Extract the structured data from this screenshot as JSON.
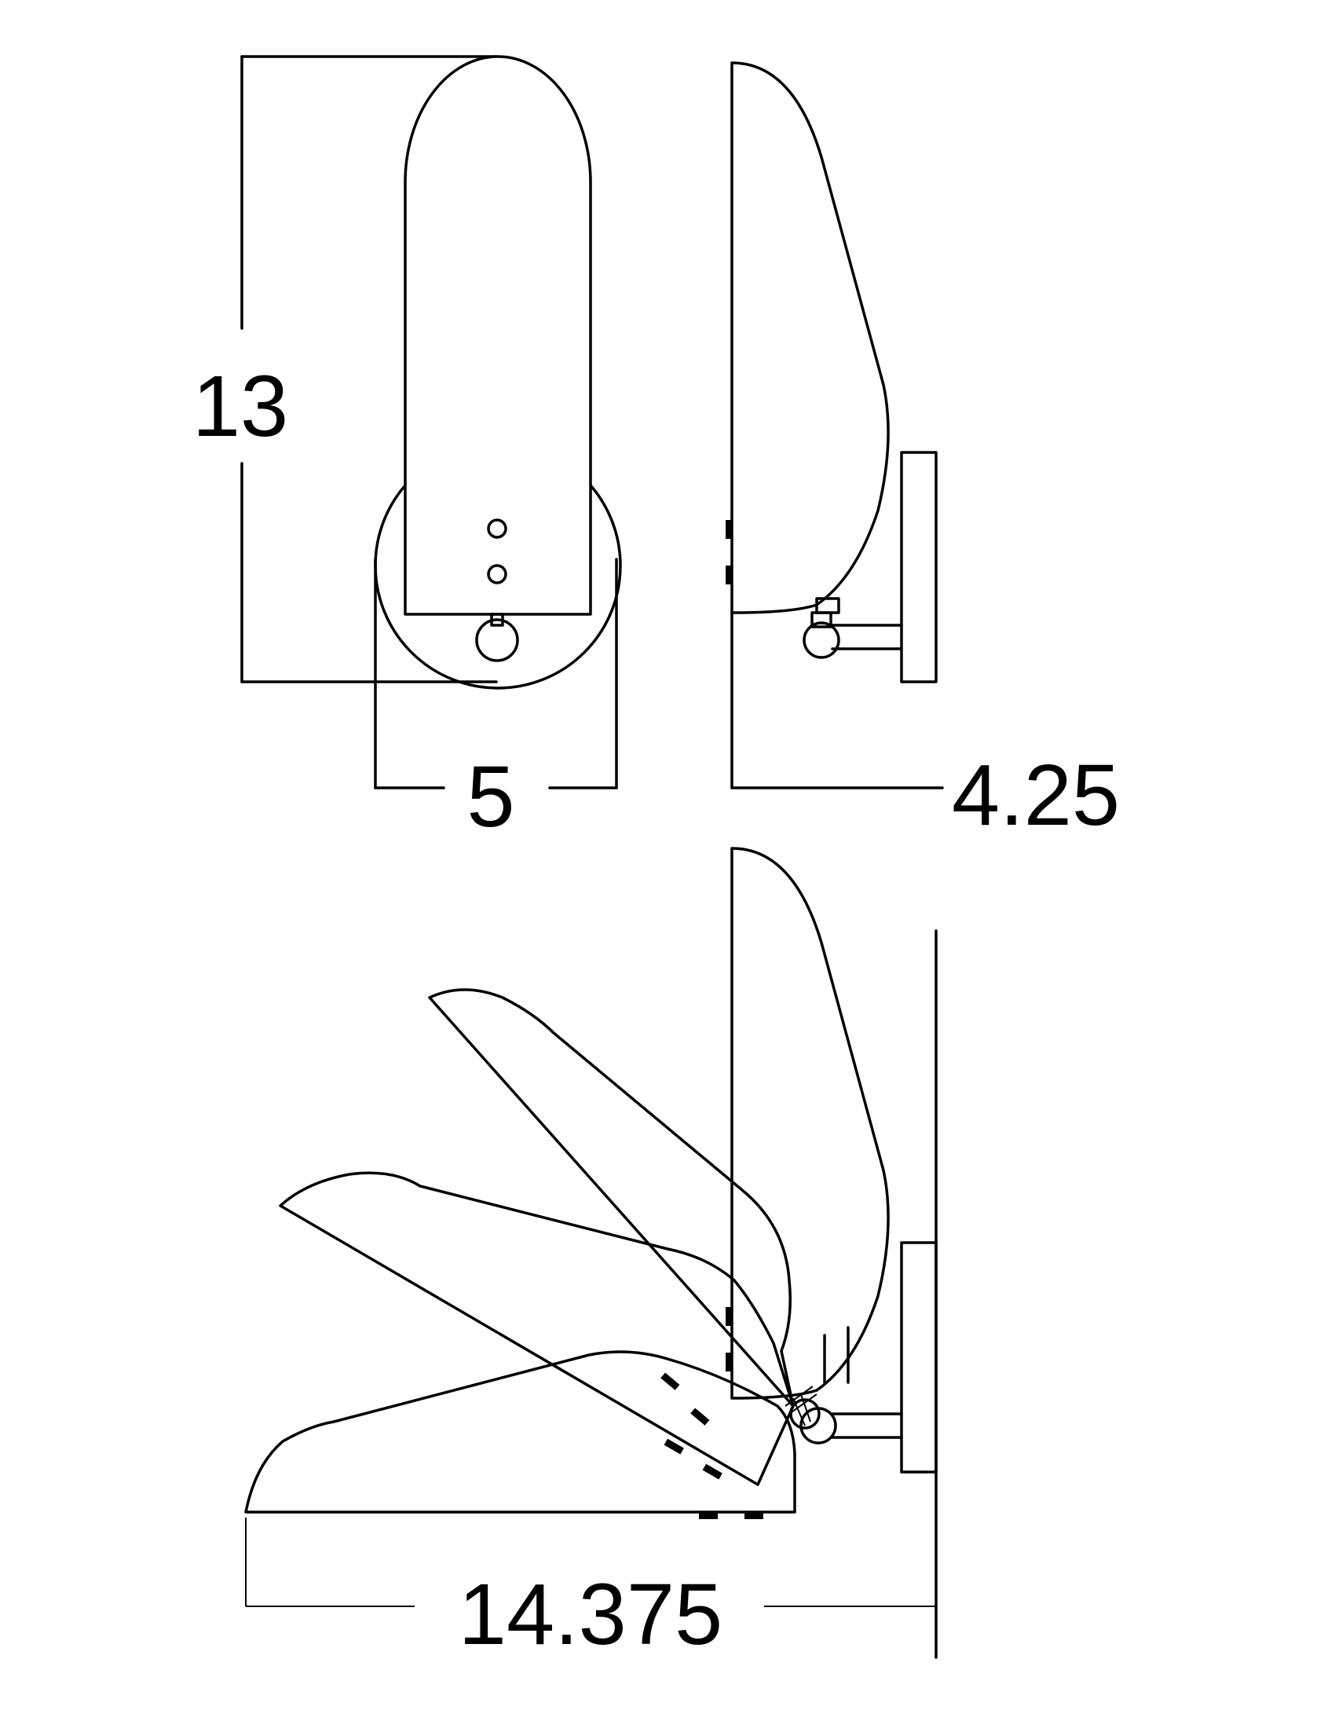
{
  "dimensions": {
    "height": "13",
    "width": "5",
    "depth": "4.25",
    "extension": "14.375"
  }
}
